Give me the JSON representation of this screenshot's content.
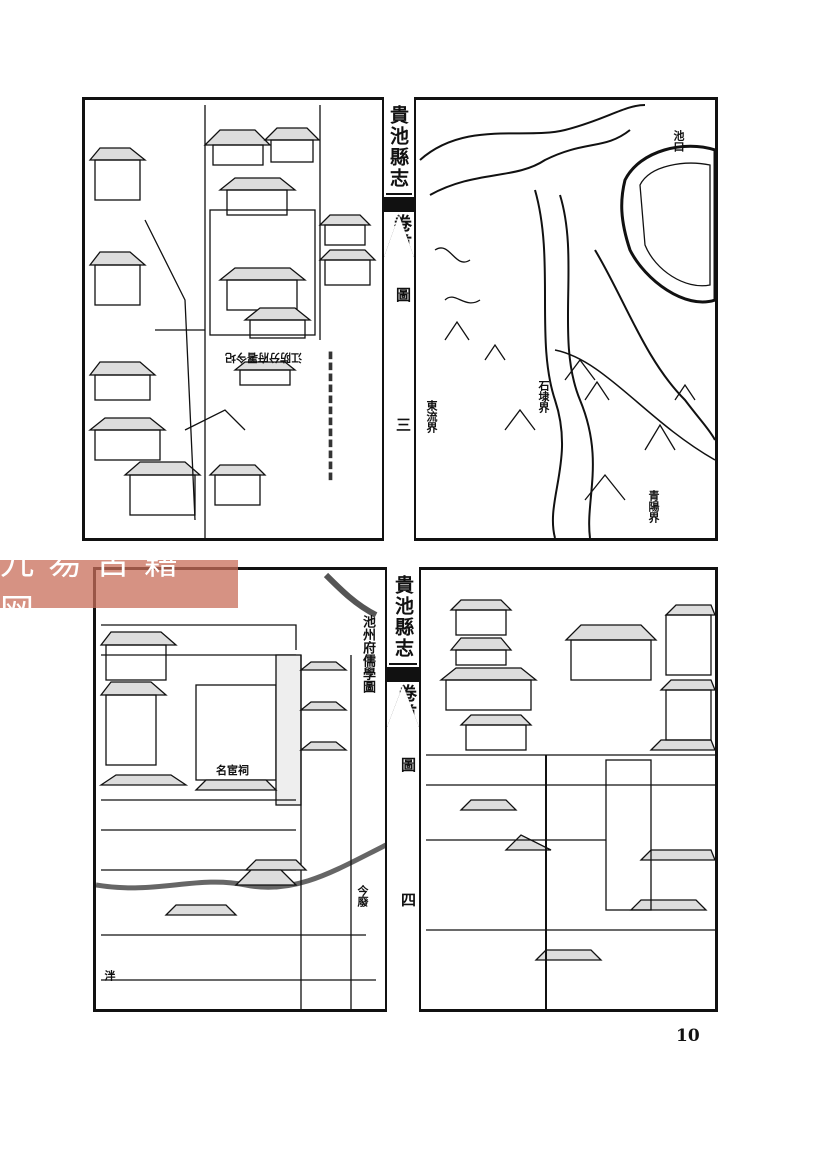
{
  "top_page": {
    "book_title": "貴池縣志",
    "volume": "卷首",
    "section": "圖",
    "leaf": "三",
    "left_caption": "江防分府署今圮",
    "map_labels": [
      "池口",
      "東流界",
      "石埭界",
      "青陽界"
    ]
  },
  "bottom_page": {
    "book_title": "貴池縣志",
    "volume": "卷首",
    "section": "圖",
    "leaf": "四",
    "map_title": "池州府儒學圖",
    "labels": [
      "名宦祠",
      "泮",
      "今廢"
    ]
  },
  "watermark": "九易古籍网",
  "page_number": "10"
}
